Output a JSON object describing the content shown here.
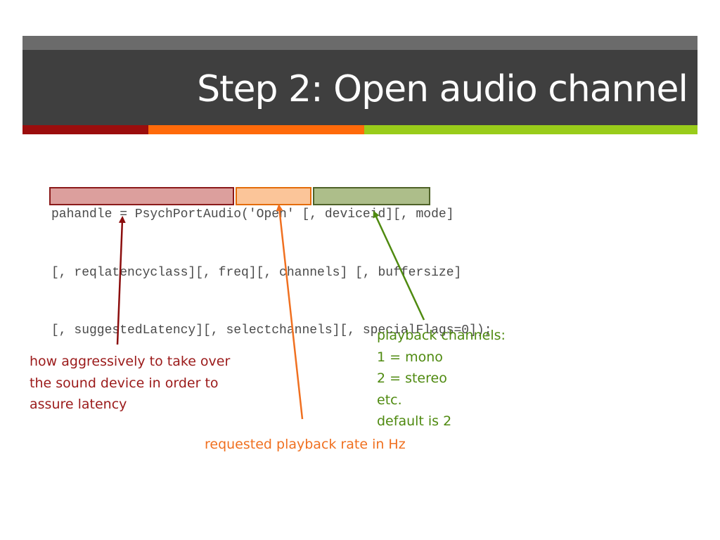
{
  "slide": {
    "title": "Step 2: Open audio channel"
  },
  "colors": {
    "title_bar": "#3f3f3f",
    "top_band": "#6b6b6b",
    "stripe_red": "#9b0d0d",
    "stripe_orange": "#ff6a0a",
    "stripe_green": "#99cc1a",
    "red_text": "#9b1a1a",
    "orange_text": "#f07020",
    "green_text": "#4f8a10"
  },
  "code": {
    "lines": [
      "pahandle = PsychPortAudio('Open' [, deviceid][, mode]",
      "[, reqlatencyclass][, freq][, channels] [, buffersize]",
      "[, suggestedLatency][, selectchannels][, specialFlags=0]);"
    ],
    "highlights": [
      "[, reqlatencyclass]",
      "[, freq]",
      "[, channels]"
    ]
  },
  "annotations": {
    "latency": {
      "lines": [
        "how aggressively to take over",
        "the sound device in order to",
        "assure latency"
      ]
    },
    "freq": {
      "text": "requested playback rate in Hz"
    },
    "channels": {
      "lines": [
        "playback channels:",
        "1 = mono",
        "2 = stereo",
        "etc.",
        "default is 2"
      ]
    }
  }
}
